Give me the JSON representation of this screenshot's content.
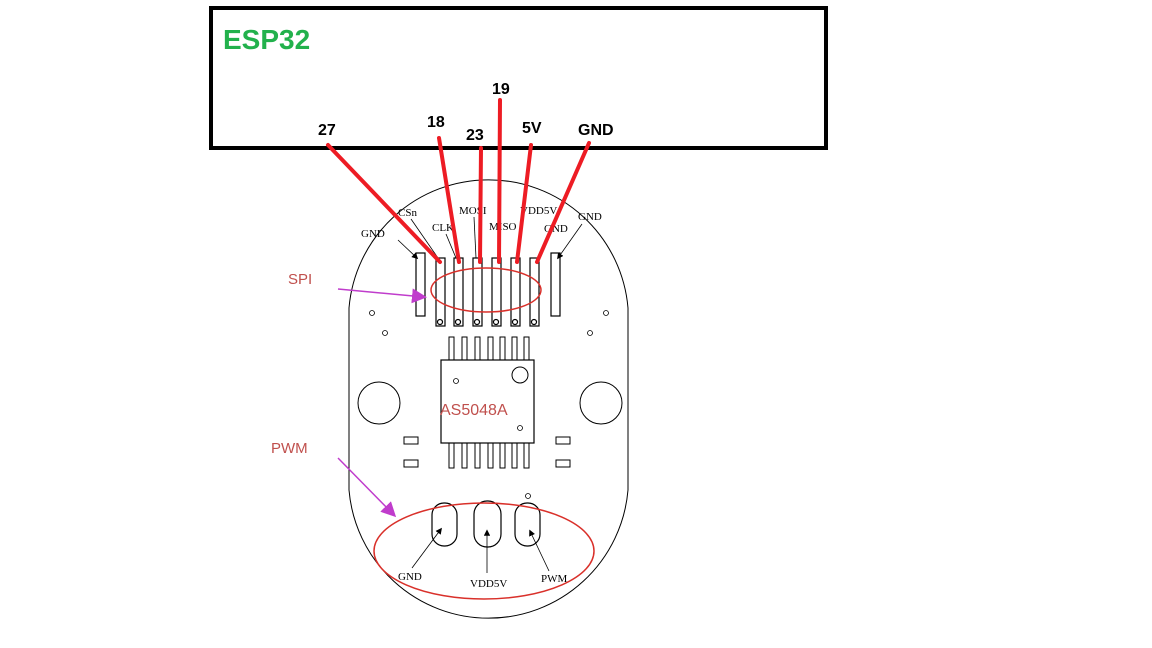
{
  "esp32": {
    "title": "ESP32",
    "title_color": "#22b14c",
    "pins": [
      "27",
      "18",
      "23",
      "19",
      "5V",
      "GND"
    ]
  },
  "wire_color": "#ed1c24",
  "board": {
    "chip": "AS5048A",
    "header_labels": {
      "gnd_left": "GND",
      "csn": "CSn",
      "clk": "CLK",
      "mosi": "MOSI",
      "miso": "MISO",
      "vdd5v": "VDD5V",
      "gnd_mid": "GND",
      "gnd_right": "GND"
    },
    "pwm_labels": {
      "gnd": "GND",
      "vdd5v": "VDD5V",
      "pwm": "PWM"
    },
    "annotations": {
      "spi": "SPI",
      "pwm": "PWM"
    },
    "annotation_color": "#c0504d",
    "arrow_color": "#c03ccc"
  }
}
